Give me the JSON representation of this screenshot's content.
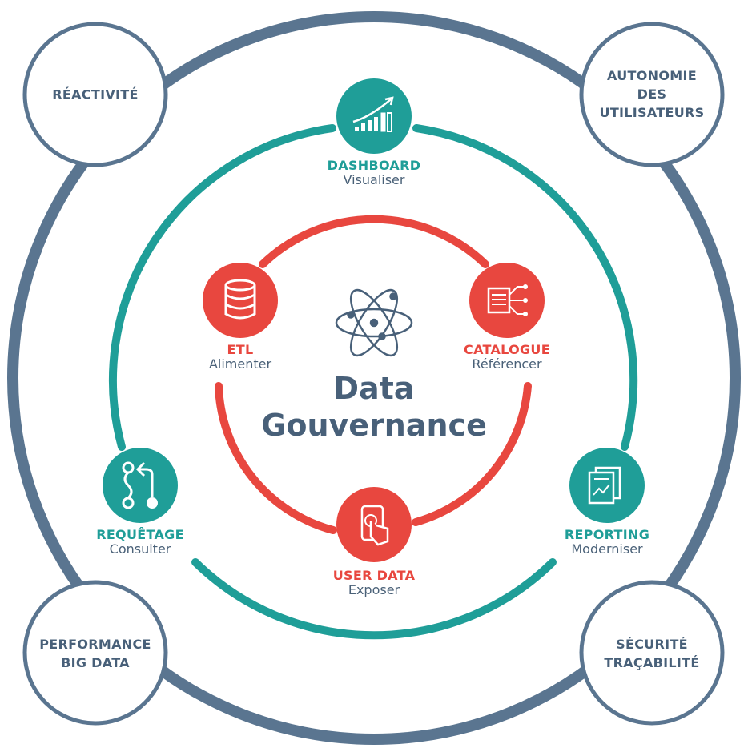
{
  "title": {
    "line1": "Data",
    "line2": "Gouvernance"
  },
  "colors": {
    "slate": "#5a7590",
    "teal": "#1f9e98",
    "red": "#e8473f",
    "text_dark": "#486079"
  },
  "outer_values": [
    {
      "id": "reactivite",
      "lines": [
        "RÉACTIVITÉ"
      ]
    },
    {
      "id": "autonomie",
      "lines": [
        "AUTONOMIE",
        "DES",
        "UTILISATEURS"
      ]
    },
    {
      "id": "performance",
      "lines": [
        "PERFORMANCE",
        "BIG DATA"
      ]
    },
    {
      "id": "securite",
      "lines": [
        "SÉCURITÉ",
        "TRAÇABILITÉ"
      ]
    }
  ],
  "teal_ring": [
    {
      "id": "dashboard",
      "title": "DASHBOARD",
      "subtitle": "Visualiser",
      "icon": "bar-chart-trend-icon"
    },
    {
      "id": "requetage",
      "title": "REQUÊTAGE",
      "subtitle": "Consulter",
      "icon": "query-branch-icon"
    },
    {
      "id": "reporting",
      "title": "REPORTING",
      "subtitle": "Moderniser",
      "icon": "report-documents-icon"
    }
  ],
  "red_ring": [
    {
      "id": "etl",
      "title": "ETL",
      "subtitle": "Alimenter",
      "icon": "database-icon"
    },
    {
      "id": "catalogue",
      "title": "CATALOGUE",
      "subtitle": "Référencer",
      "icon": "catalog-network-icon"
    },
    {
      "id": "userdata",
      "title": "USER DATA",
      "subtitle": "Exposer",
      "icon": "smartphone-touch-icon"
    }
  ],
  "center_icon": "atom-icon"
}
